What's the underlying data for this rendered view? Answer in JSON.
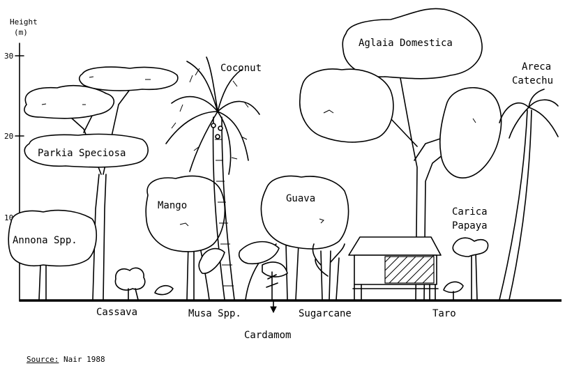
{
  "axis": {
    "title_line1": "Height",
    "title_line2": "(m)",
    "ticks": [
      "30",
      "20",
      "10"
    ]
  },
  "labels": {
    "coconut": "Coconut",
    "aglaia": "Aglaia Domestica",
    "areca_line1": "Areca",
    "areca_line2": "Catechu",
    "parkia": "Parkia Speciosa",
    "mango": "Mango",
    "guava": "Guava",
    "carica_line1": "Carica",
    "carica_line2": "Papaya",
    "annona": "Annona Spp.",
    "cassava": "Cassava",
    "musa": "Musa Spp.",
    "sugarcane": "Sugarcane",
    "taro": "Taro",
    "cardamom": "Cardamom"
  },
  "source": {
    "prefix": "Source:",
    "text": "Nair 1988"
  }
}
